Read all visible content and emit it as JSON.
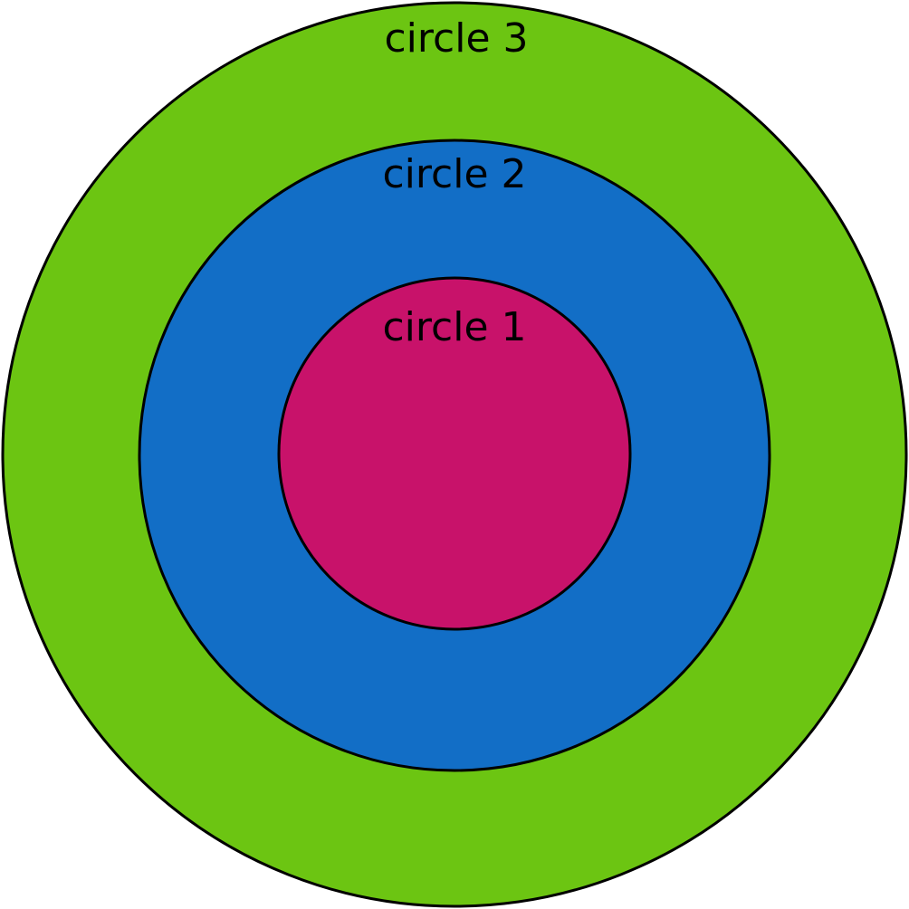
{
  "circles": [
    {
      "label": "circle 3",
      "color": "#6CC512"
    },
    {
      "label": "circle 2",
      "color": "#126EC6"
    },
    {
      "label": "circle 1",
      "color": "#C8126A"
    }
  ],
  "stroke_color": "#000000",
  "background_color": "#FFFFFF"
}
